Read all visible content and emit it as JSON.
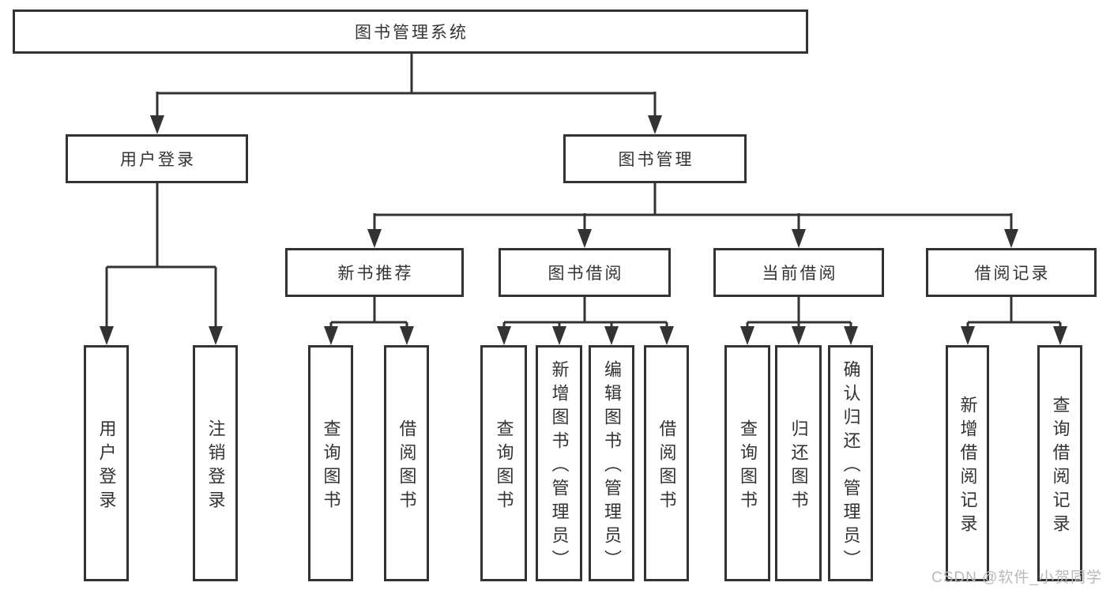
{
  "colors": {
    "line": "#333333",
    "text": "#333333",
    "background": "#ffffff",
    "watermark": "#b9b9b9"
  },
  "diagram": {
    "root": {
      "label": "图书管理系统"
    },
    "branches": [
      {
        "label": "用户登录",
        "children": [
          {
            "label": "用户登录"
          },
          {
            "label": "注销登录"
          }
        ]
      },
      {
        "label": "图书管理",
        "groups": [
          {
            "label": "新书推荐",
            "children": [
              {
                "label": "查询图书"
              },
              {
                "label": "借阅图书"
              }
            ]
          },
          {
            "label": "图书借阅",
            "children": [
              {
                "label": "查询图书"
              },
              {
                "label": "新增图书（管理员）"
              },
              {
                "label": "编辑图书（管理员）"
              },
              {
                "label": "借阅图书"
              }
            ]
          },
          {
            "label": "当前借阅",
            "children": [
              {
                "label": "查询图书"
              },
              {
                "label": "归还图书"
              },
              {
                "label": "确认归还（管理员）"
              }
            ]
          },
          {
            "label": "借阅记录",
            "children": [
              {
                "label": "新增借阅记录"
              },
              {
                "label": "查询借阅记录"
              }
            ]
          }
        ]
      }
    ]
  },
  "watermark": {
    "text": "CSDN @软件_小贺同学"
  }
}
